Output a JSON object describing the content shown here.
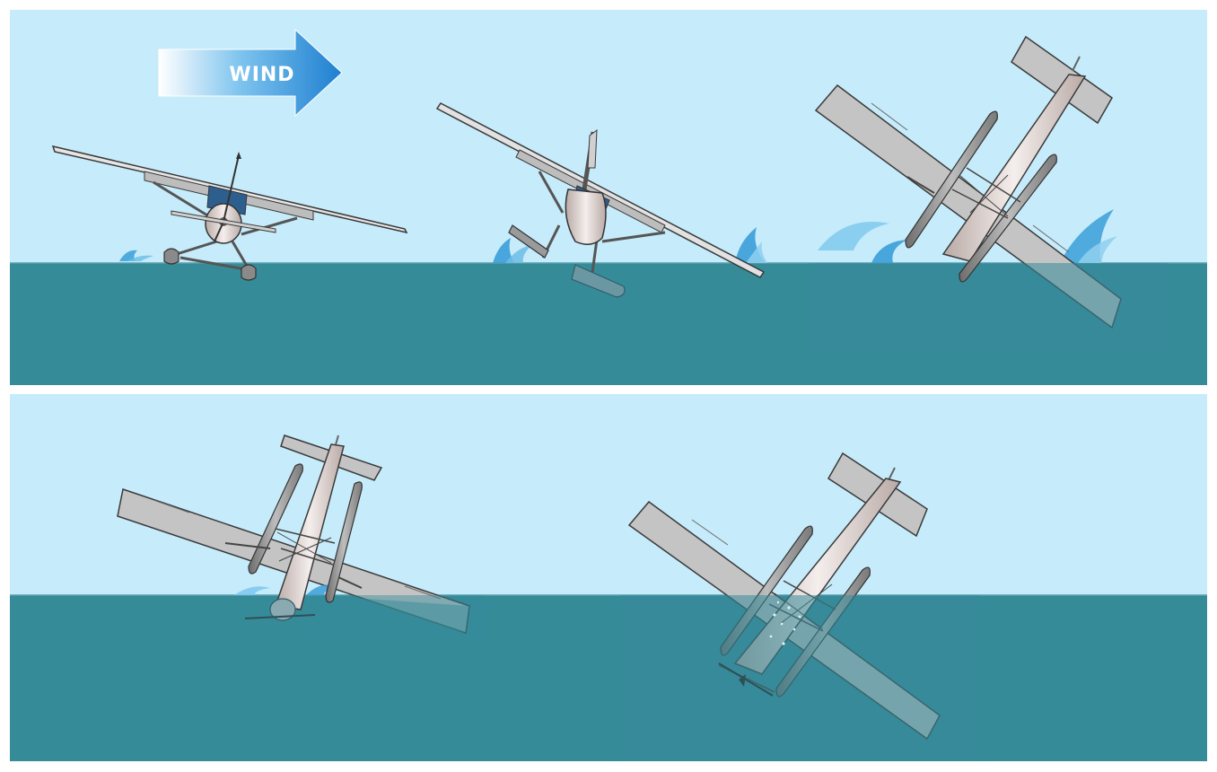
{
  "wind_label": "WIND",
  "colors": {
    "sky": "#c6ebfa",
    "water": "#368b99",
    "wind_arrow": "#2b8fd6",
    "airframe": "#c9c9c9",
    "fuselage": "#e8dcd8",
    "outline": "#4a4a4a",
    "spray": "#3a9fd8"
  },
  "panels": [
    {
      "name": "top-panel",
      "stages": [
        "crosswind-taxi",
        "wingtip-digs-in",
        "capsizing"
      ]
    },
    {
      "name": "bottom-panel",
      "stages": [
        "inverted-nose-down",
        "inverted-submerged"
      ]
    }
  ]
}
